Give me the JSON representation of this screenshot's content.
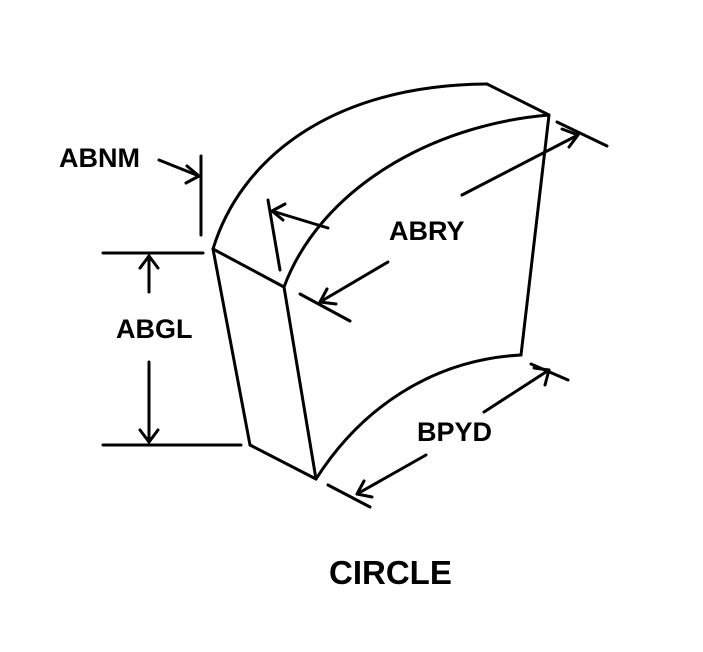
{
  "diagram": {
    "labels": {
      "abnm": "ABNM",
      "abgl": "ABGL",
      "abry": "ABRY",
      "bpyd": "BPYD"
    },
    "title": "CIRCLE"
  }
}
